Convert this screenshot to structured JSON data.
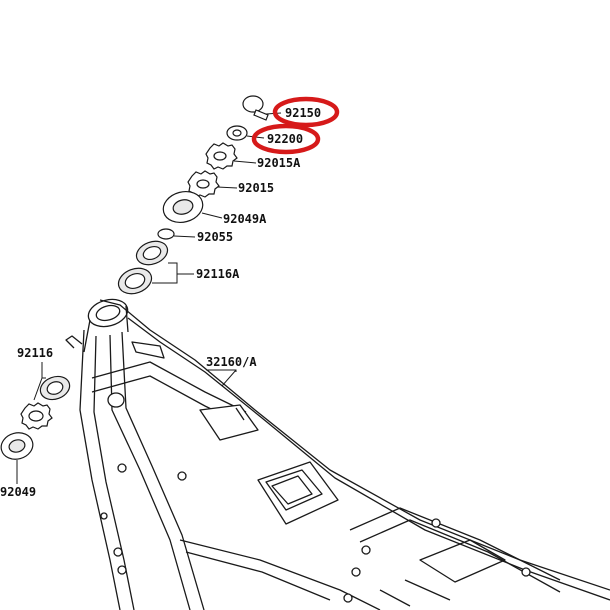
{
  "highlight_color": "#d61a1a",
  "labels": {
    "p92150": "92150",
    "p92200": "92200",
    "p92015A": "92015A",
    "p92015": "92015",
    "p92049A": "92049A",
    "p92055": "92055",
    "p92116A": "92116A",
    "p32160A": "32160/A",
    "p92116": "92116",
    "p92049": "92049"
  },
  "highlighted_parts": [
    "92150",
    "92200"
  ]
}
